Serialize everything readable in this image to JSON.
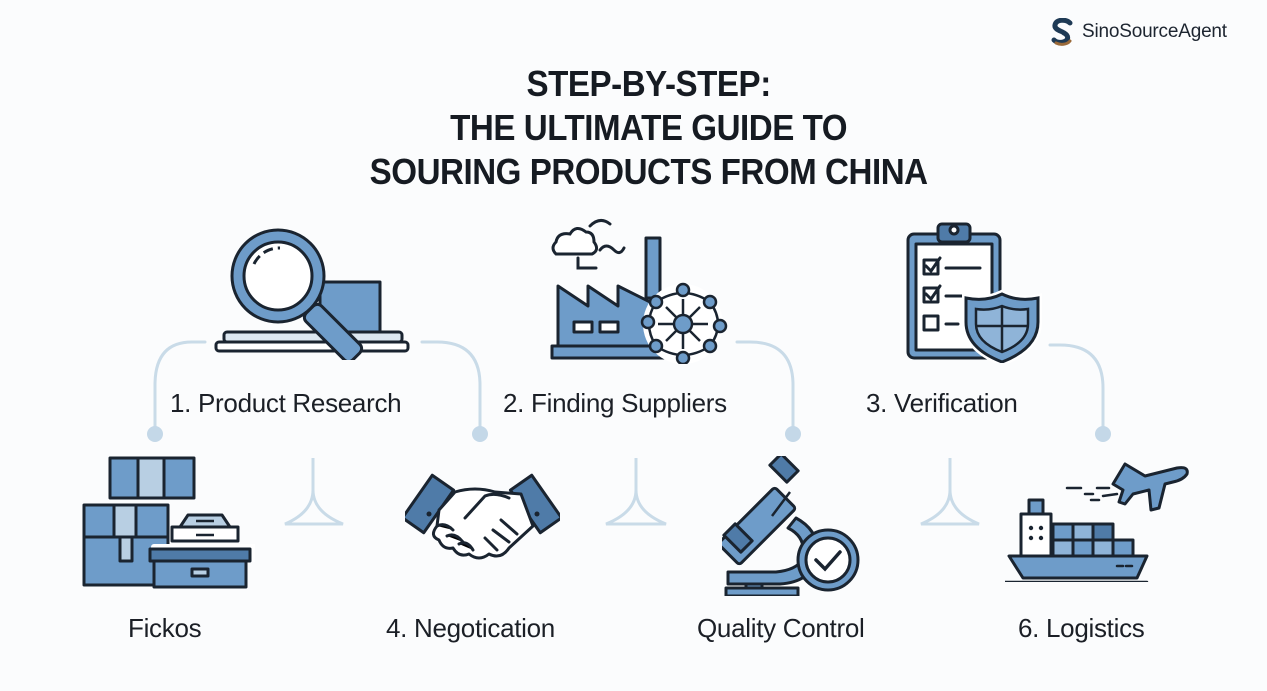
{
  "brand": {
    "name": "SinoSourceAgent",
    "logo_icon": "s-logo-icon"
  },
  "title": {
    "lines": [
      "STEP-BY-STEP:",
      "THE ULTIMATE GUIDE TO",
      "SOURING PRODUCTS FROM CHINA"
    ]
  },
  "colors": {
    "icon_fill": "#6e9cc9",
    "icon_fill_light": "#b8cfe3",
    "icon_fill_dark": "#4f7ba8",
    "outline": "#1a2430",
    "connector": "#c9dbe8",
    "text": "#1b1f26"
  },
  "steps": [
    {
      "label": "1. Product Research",
      "icon": "magnifier-over-laptop-icon"
    },
    {
      "label": "2. Finding Suppliers",
      "icon": "factory-network-icon"
    },
    {
      "label": "3. Verification",
      "icon": "clipboard-shield-icon"
    },
    {
      "label": "Fickos",
      "icon": "boxes-icon"
    },
    {
      "label": "4. Negotication",
      "icon": "handshake-icon"
    },
    {
      "label": "Quality Control",
      "icon": "microscope-check-icon"
    },
    {
      "label": "6. Logistics",
      "icon": "ship-plane-icon"
    }
  ]
}
